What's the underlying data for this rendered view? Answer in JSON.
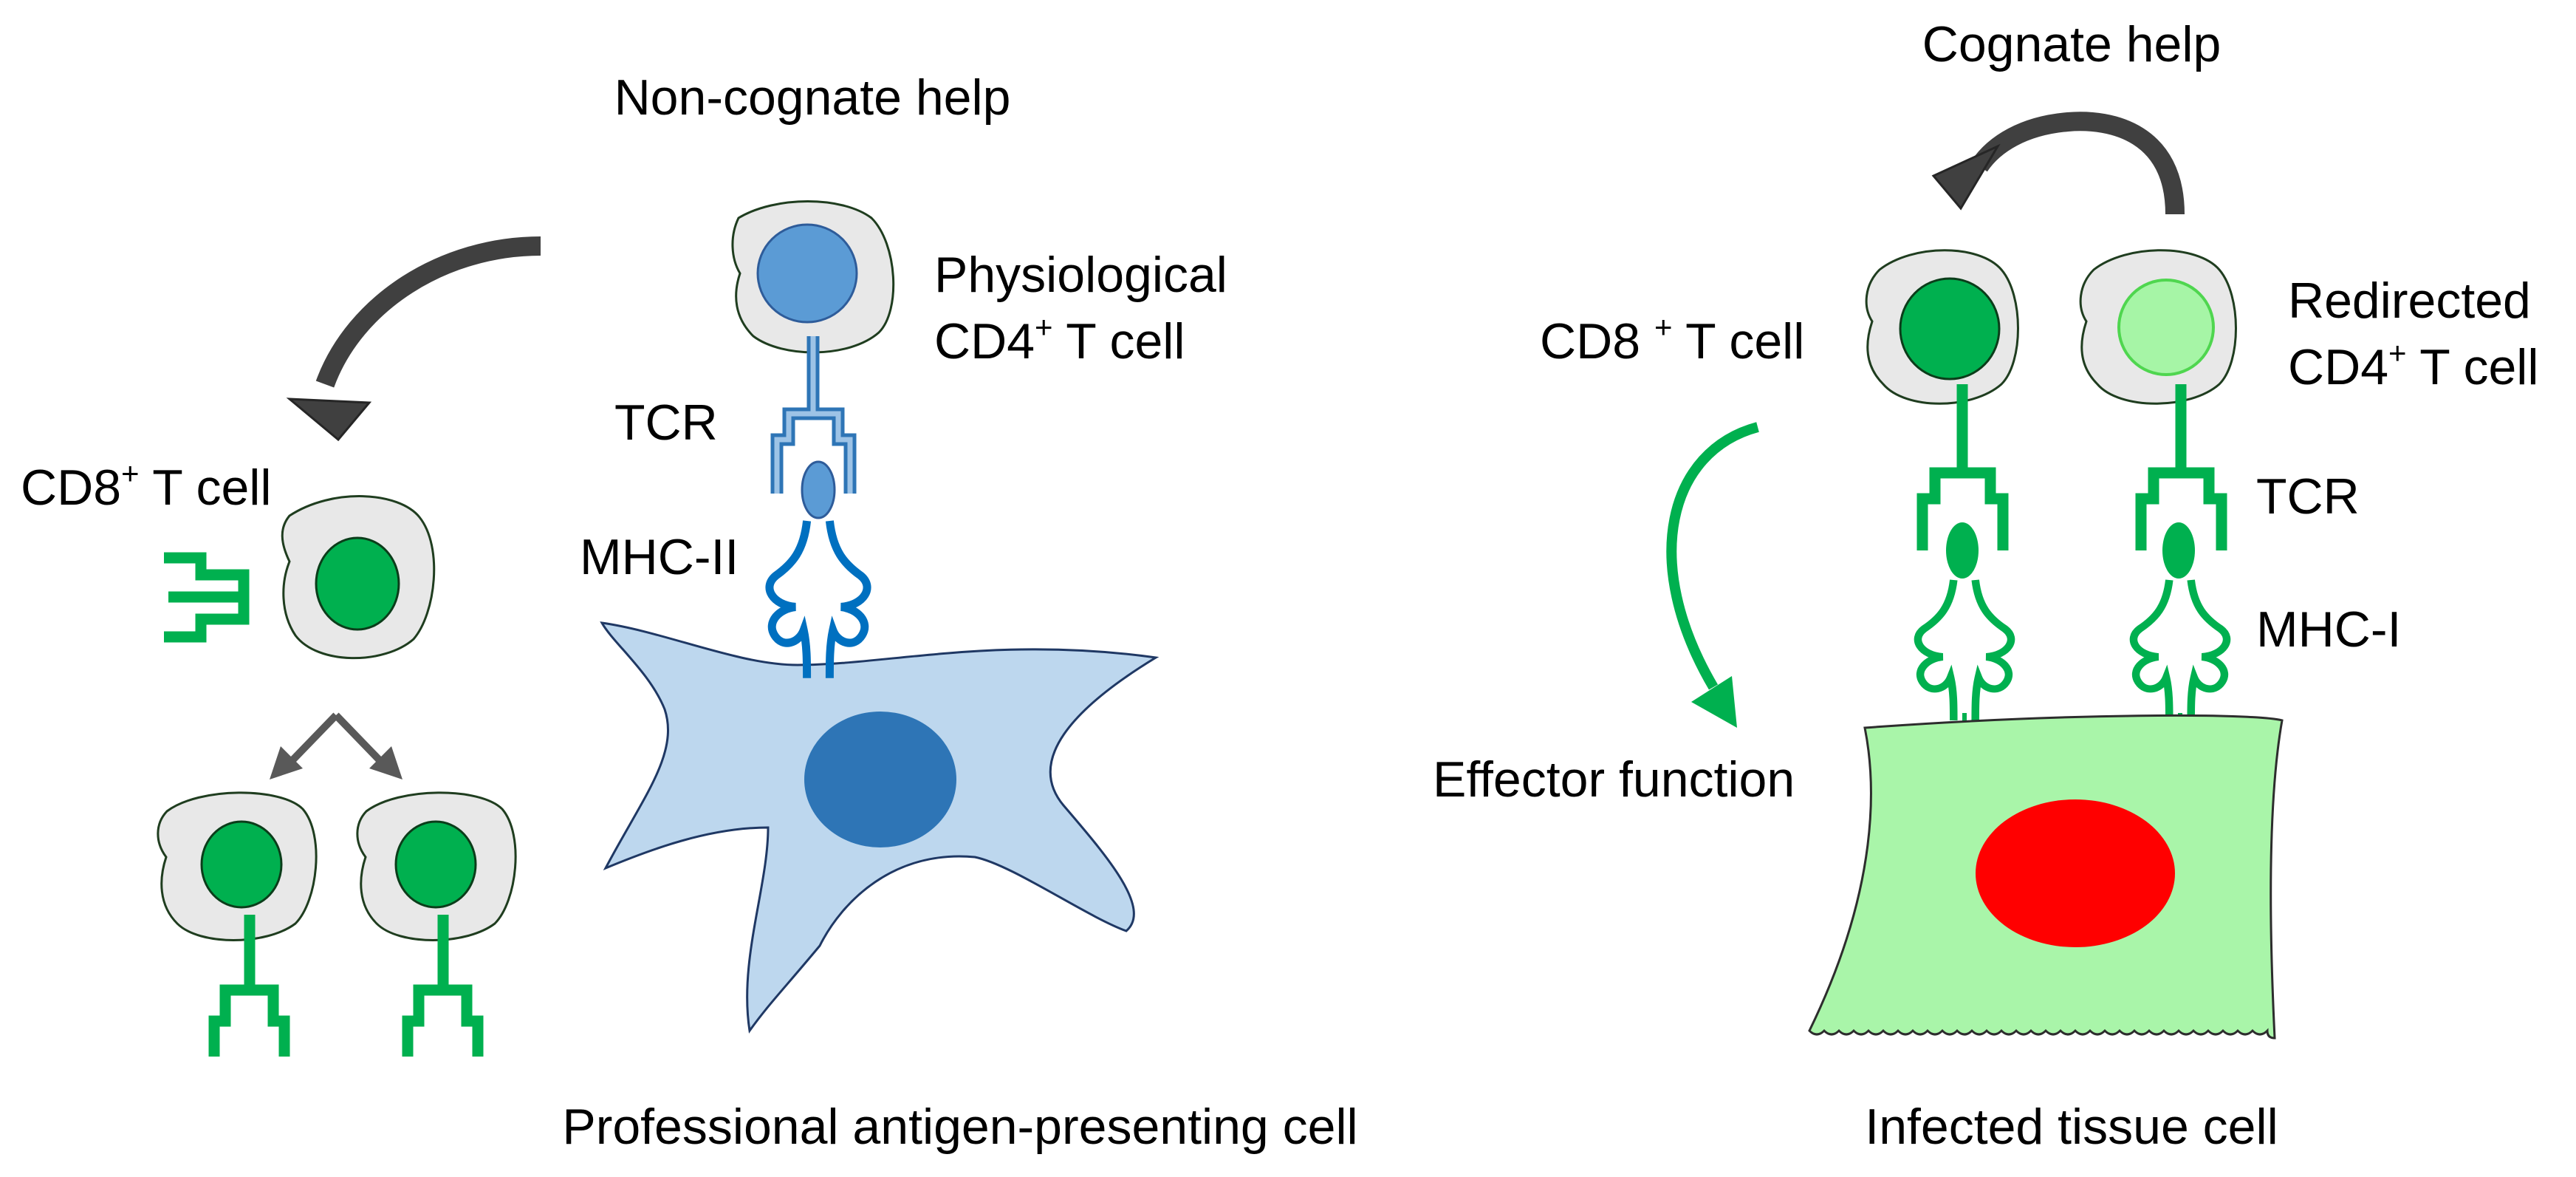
{
  "labels": {
    "non_cognate_help": "Non-cognate help",
    "cognate_help": "Cognate help",
    "physiological_cd4_line1": "Physiological",
    "cd4_prefix": "CD4",
    "plus": "+",
    "t_cell_suffix": " T cell",
    "cd8_prefix": "CD8",
    "cd8_right_prefix": "CD8 ",
    "tcr": "TCR",
    "mhc_ii": "MHC-II",
    "mhc_i": "MHC-I",
    "redirected_line1": "Redirected",
    "effector_function": "Effector function",
    "professional_apc": "Professional antigen-presenting cell",
    "infected_tissue_cell": "Infected tissue cell"
  },
  "colors": {
    "cd8_nucleus": "#00b04f",
    "redirected_cd4_nucleus": "#a6f5a6",
    "physiological_cd4_nucleus": "#5b9bd5",
    "cell_body": "#e8e8e8",
    "apc_body": "#bdd7ee",
    "apc_nucleus": "#2e75b6",
    "tcr_green": "#00b04f",
    "tcr_blue": "#5b9bd5",
    "mhc_ii": "#0070c0",
    "infected_cell_body": "#a9f5a9",
    "infected_cell_nucleus": "#ff0000",
    "help_arrow": "#404040",
    "effector_arrow": "#00b04f"
  },
  "icons": [
    "curved-help-arrow",
    "split-arrow",
    "effector-arrow"
  ]
}
